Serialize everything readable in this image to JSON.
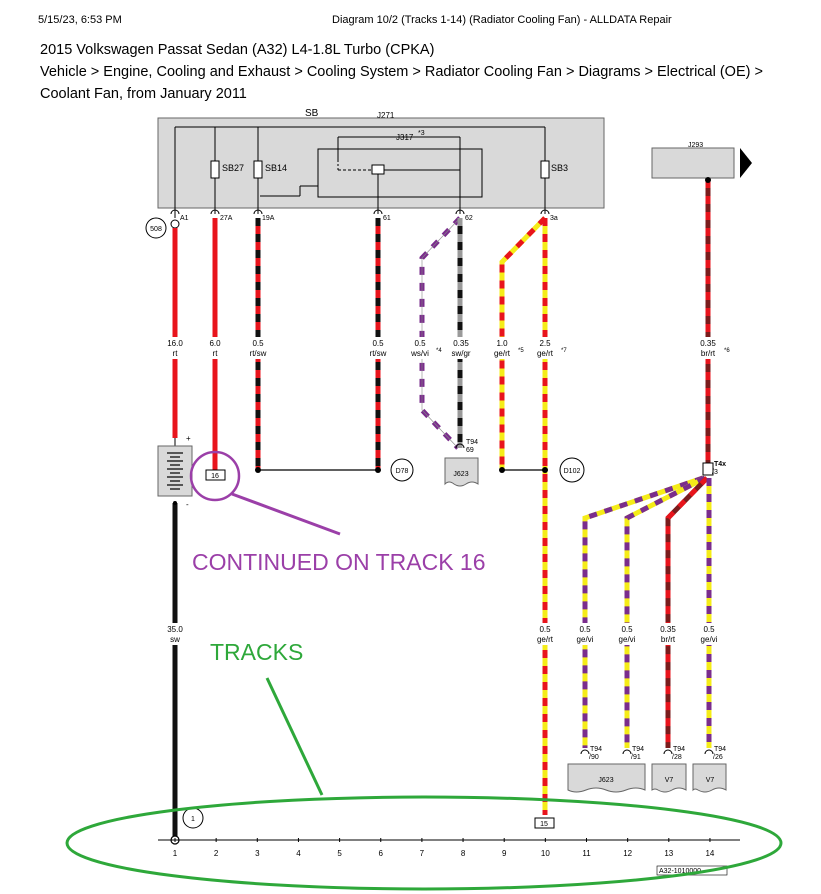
{
  "header": {
    "datetime": "5/15/23, 6:53 PM",
    "doc_title": "Diagram 10/2 (Tracks 1-14) (Radiator Cooling Fan) - ALLDATA Repair"
  },
  "vehicle": {
    "title": "2015 Volkswagen Passat Sedan (A32) L4-1.8L Turbo (CPKA)",
    "path_line1": "Vehicle > Engine, Cooling and Exhaust > Cooling System > Radiator Cooling Fan > Diagrams > Electrical (OE) >",
    "path_line2": "Coolant Fan, from January 2011"
  },
  "diagram": {
    "box_labels": {
      "sb": "SB",
      "j271": "J271",
      "j317": "J317",
      "j317_note": "*3",
      "j293": "J293"
    },
    "fuses": {
      "sb27": "SB27",
      "sb14": "SB14",
      "sb3": "SB3"
    },
    "pins": {
      "a1": "A1",
      "p27a": "27A",
      "p19a": "19A",
      "p61": "61",
      "p62": "62",
      "p3a": "3a"
    },
    "circles": {
      "c508": "508",
      "d78": "D78",
      "d102": "D102",
      "ground": "1"
    },
    "wire_labels": [
      {
        "id": "w1",
        "size": "16.0",
        "color": "rt",
        "note": ""
      },
      {
        "id": "w2",
        "size": "6.0",
        "color": "rt",
        "note": ""
      },
      {
        "id": "w3",
        "size": "0.5",
        "color": "rt/sw",
        "note": ""
      },
      {
        "id": "w6",
        "size": "0.5",
        "color": "rt/sw",
        "note": ""
      },
      {
        "id": "w7",
        "size": "0.5",
        "color": "ws/vi",
        "note": "*4"
      },
      {
        "id": "w8",
        "size": "0.35",
        "color": "sw/gr",
        "note": ""
      },
      {
        "id": "w9",
        "size": "1.0",
        "color": "ge/rt",
        "note": "*5"
      },
      {
        "id": "w10",
        "size": "2.5",
        "color": "ge/rt",
        "note": "*7"
      },
      {
        "id": "w14",
        "size": "0.35",
        "color": "br/rt",
        "note": "*6"
      },
      {
        "id": "w1b",
        "size": "35.0",
        "color": "sw",
        "note": ""
      },
      {
        "id": "w10b",
        "size": "0.5",
        "color": "ge/rt",
        "note": ""
      },
      {
        "id": "w11",
        "size": "0.5",
        "color": "ge/vi",
        "note": ""
      },
      {
        "id": "w12",
        "size": "0.5",
        "color": "ge/vi",
        "note": ""
      },
      {
        "id": "w13",
        "size": "0.35",
        "color": "br/rt",
        "note": ""
      },
      {
        "id": "w14b",
        "size": "0.5",
        "color": "ge/vi",
        "note": ""
      }
    ],
    "connectors": {
      "t94_69": {
        "name": "T94",
        "pin": "69"
      },
      "t4x": {
        "name": "T4x",
        "pin": "/3"
      },
      "t94_90": {
        "name": "T94",
        "pin": "/90"
      },
      "t94_91": {
        "name": "T94",
        "pin": "/91"
      },
      "t94_28": {
        "name": "T94",
        "pin": "/28"
      },
      "t94_26": {
        "name": "T94",
        "pin": "/26"
      }
    },
    "components": {
      "j623": "J623",
      "j623_b": "J623",
      "v7a": "V7",
      "v7b": "V7"
    },
    "refs": {
      "ref16": "16",
      "ref15": "15"
    },
    "image_id": "A32-1010000"
  },
  "track_numbers": [
    "1",
    "2",
    "3",
    "4",
    "5",
    "6",
    "7",
    "8",
    "9",
    "10",
    "11",
    "12",
    "13",
    "14"
  ],
  "annotations": {
    "continued": "CONTINUED ON TRACK 16",
    "tracks": "TRACKS",
    "purple": "#9b3fa8",
    "green": "#2ea83a"
  }
}
